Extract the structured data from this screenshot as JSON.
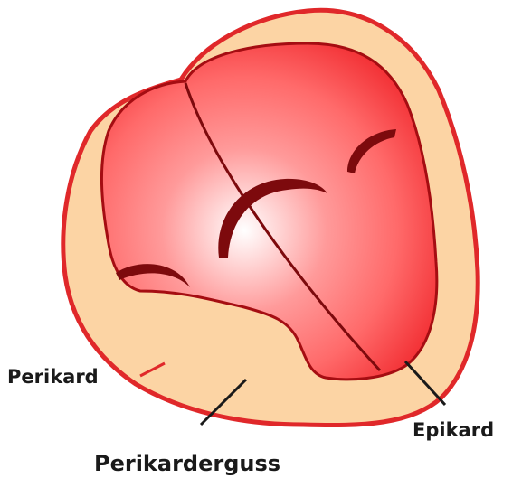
{
  "labels": {
    "perikard": "Perikard",
    "epikard": "Epikard",
    "perikarderguss": "Perikarderguss"
  },
  "colors": {
    "pericardium_fill": "#fcd4a4",
    "pericardium_stroke": "#e0282a",
    "heart_center": "#ffffff",
    "heart_mid": "#ff6a6a",
    "heart_edge": "#ee1c22",
    "heart_outline": "#a50d12",
    "vessel": "#7d0a0d",
    "leader_line": "#1a1a1a",
    "text": "#1a1a1a"
  }
}
